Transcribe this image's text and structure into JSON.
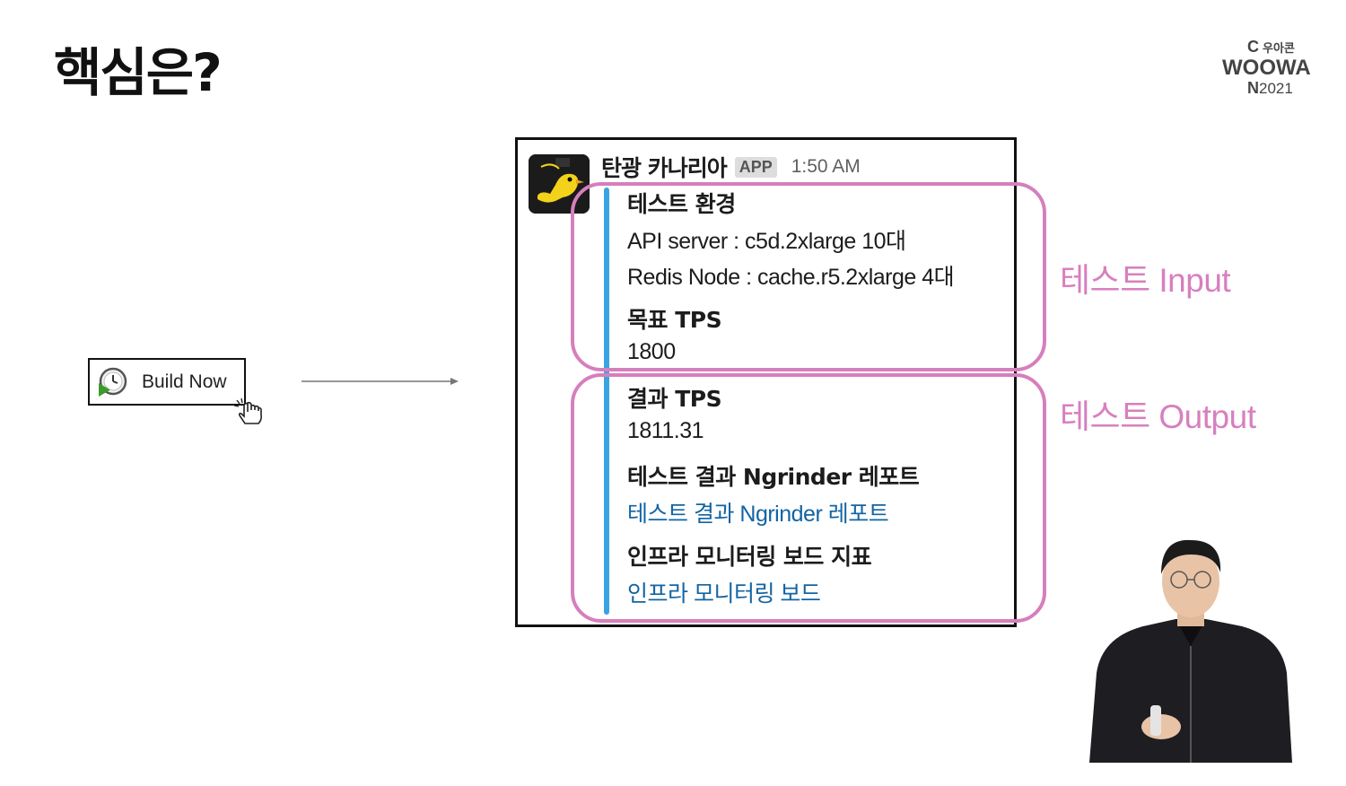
{
  "slide": {
    "title": "핵심은?"
  },
  "brand": {
    "line1_letter": "C",
    "line1_korean": "우아콘",
    "line2": "WOOWA",
    "line3_letter": "N",
    "line3_year": "2021"
  },
  "build_button": {
    "label": "Build Now",
    "icon": "jenkins-clock-play-icon",
    "cursor_icon": "hand-pointer-icon"
  },
  "slack_message": {
    "sender": "탄광 카나리아",
    "badge": "APP",
    "time": "1:50 AM",
    "accent_color": "#3aa3e3",
    "fields": [
      {
        "label": "테스트 환경"
      },
      {
        "value": "API server : c5d.2xlarge 10대"
      },
      {
        "value": "Redis Node : cache.r5.2xlarge 4대"
      },
      {
        "label": "목표 TPS"
      },
      {
        "value": "1800"
      },
      {
        "label": "결과 TPS"
      },
      {
        "value": "1811.31"
      },
      {
        "label": "테스트 결과 Ngrinder 레포트"
      },
      {
        "link": "테스트 결과 Ngrinder 레포트"
      },
      {
        "label": "인프라 모니터링 보드 지표"
      },
      {
        "link": "인프라 모니터링 보드"
      }
    ]
  },
  "annotations": {
    "input_label": "테스트 Input",
    "output_label": "테스트 Output",
    "color": "#d67fbd"
  }
}
